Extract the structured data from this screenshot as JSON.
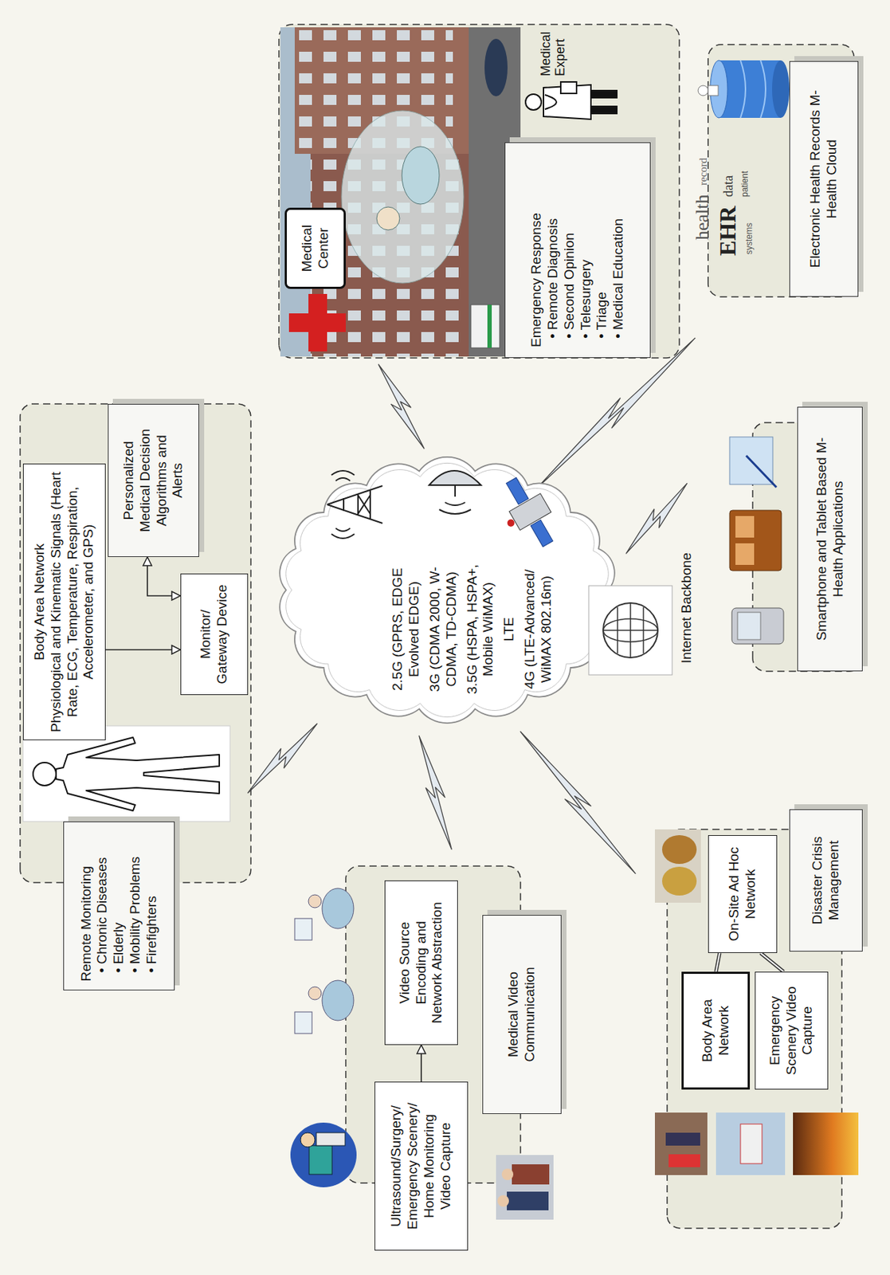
{
  "diagram": {
    "nodes": [
      {
        "text": [
          "Remote Monitoring",
          "• Chronic Diseases",
          "• Elderly",
          "• Mobility Problems",
          "• Firefighters"
        ]
      },
      {
        "text": [
          "Body Area Network",
          "Physiological and Kinematic Signals (Heart Rate, ECG, Temperature, Respiration, Accelerometer, and GPS)"
        ]
      },
      {
        "text": [
          "Personalized Medical Decision Algorithms and Alerts"
        ]
      },
      {
        "text": [
          "Monitor/ Gateway Device"
        ]
      },
      {
        "text": [
          "2.5G (GPRS, EDGE Evolved EDGE)",
          "3G (CDMA 2000, W-CDMA, TD-CDMA)",
          "3.5G (HSPA, HSPA+, Mobile WiMAX)",
          "LTE",
          "4G (LTE-Advanced/ WiMAX 802.16m)"
        ]
      },
      {
        "text": [
          "Medical Center"
        ]
      },
      {
        "text": [
          "Emergency Response",
          "• Remote Diagnosis",
          "• Second Opinion",
          "• Telesurgery",
          "• Triage",
          "• Medical Education"
        ]
      },
      {
        "text": [
          "Electronic Health Records M-Health Cloud"
        ]
      },
      {
        "text": [
          "Smartphone and Tablet Based M-Health Applications"
        ]
      },
      {
        "text": [
          "Ultrasound/Surgery/ Emergency Scenery/ Home Monitoring Video Capture"
        ]
      },
      {
        "text": [
          "Video Source Encoding and Network Abstraction"
        ]
      },
      {
        "text": [
          "Medical Video Communication"
        ]
      },
      {
        "text": [
          "On-Site Ad Hoc Network"
        ]
      },
      {
        "text": [
          "Body Area Network"
        ]
      },
      {
        "text": [
          "Emergency Scenery Video Capture"
        ]
      },
      {
        "text": [
          "Disaster Crisis Management"
        ]
      }
    ],
    "edges": [
      {
        "from": 1,
        "to": 3,
        "arrow": "to"
      },
      {
        "from": 2,
        "to": 3,
        "arrow": "both"
      },
      {
        "from": 9,
        "to": 10,
        "arrow": "to"
      },
      {
        "from": 12,
        "to": 13,
        "arrow": "none"
      },
      {
        "from": 12,
        "to": 14,
        "arrow": "none"
      }
    ],
    "labels": [
      "Medical Expert",
      "Internet Backbone",
      "health",
      "record",
      "EHR",
      "data",
      "patient",
      "systems"
    ]
  }
}
